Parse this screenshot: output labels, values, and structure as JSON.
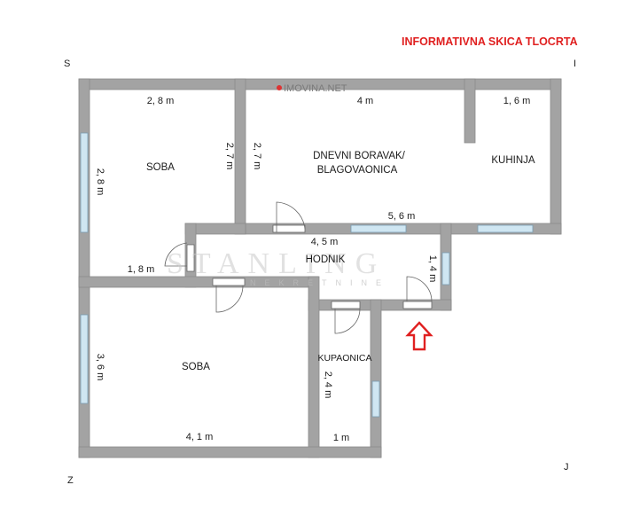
{
  "header": {
    "title": "INFORMATIVNA SKICA TLOCRTA"
  },
  "compass": {
    "nw": "S",
    "ne": "I",
    "sw": "Z",
    "se": "J"
  },
  "watermark": {
    "site": "IMOVINA.NET",
    "agency": "STANLING",
    "agency_sub": "NEKRETNINE"
  },
  "rooms": {
    "soba_top": "SOBA",
    "living_line1": "DNEVNI BORAVAK/",
    "living_line2": "BLAGOVAONICA",
    "kitchen": "KUHINJA",
    "hallway": "HODNIK",
    "soba_bottom": "SOBA",
    "bathroom": "KUPAONICA"
  },
  "dimensions": {
    "soba_top_width": "2, 8 m",
    "soba_top_depth_left": "2, 8 m",
    "soba_top_depth_right": "2, 7 m",
    "living_width_top": "4 m",
    "living_depth": "2, 7 m",
    "living_width_bottom": "5, 6 m",
    "kitchen_width": "1, 6 m",
    "hallway_width": "4, 5 m",
    "hallway_depth": "1, 4 m",
    "hall_nook": "1, 8 m",
    "soba_bottom_depth": "3, 6 m",
    "soba_bottom_width": "4, 1 m",
    "bathroom_depth": "2, 4 m",
    "bathroom_width": "1 m"
  },
  "colors": {
    "wall": "#a3a3a3",
    "wall_edge": "#8a8a8a",
    "window": "#cfe6f2",
    "entrance_arrow": "#e02020",
    "title": "#e02020"
  }
}
